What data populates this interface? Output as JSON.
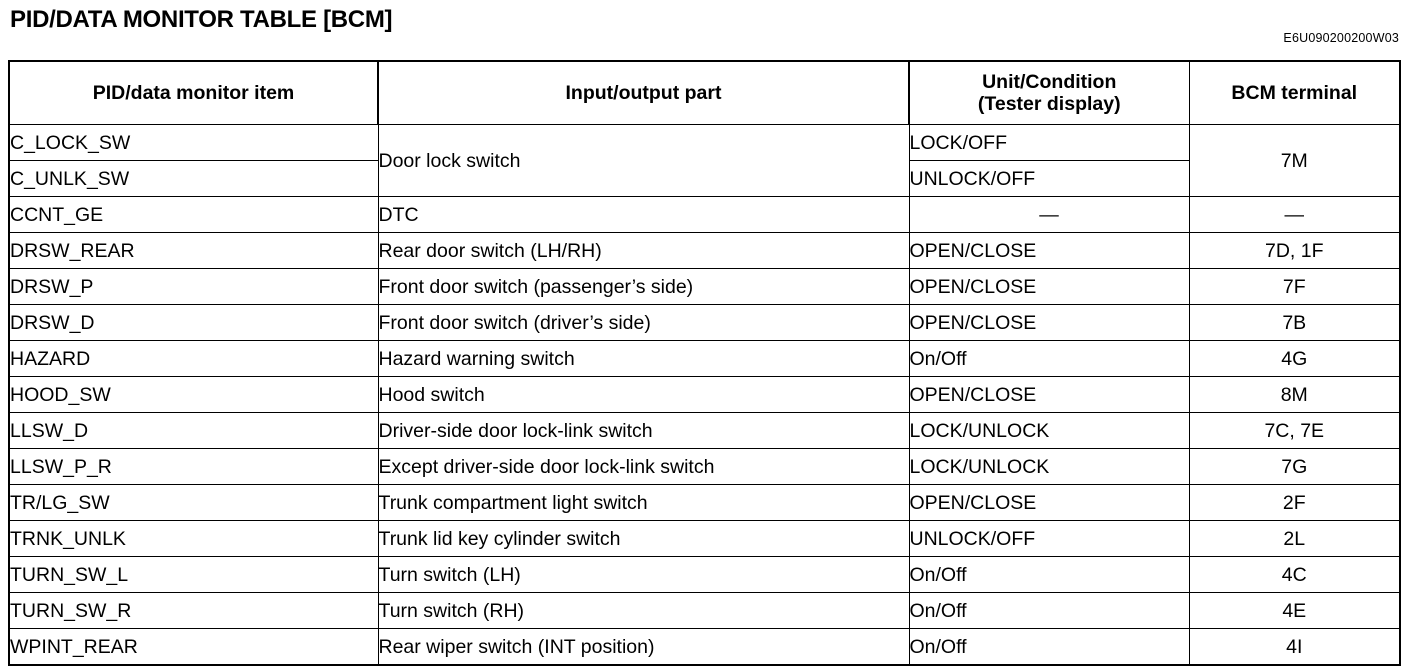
{
  "document": {
    "title": "PID/DATA MONITOR TABLE [BCM]",
    "code": "E6U090200200W03"
  },
  "table": {
    "headers": {
      "col1": "PID/data monitor item",
      "col2": "Input/output part",
      "col3_line1": "Unit/Condition",
      "col3_line2": "(Tester display)",
      "col4": "BCM terminal"
    },
    "rows": [
      {
        "pid": "C_LOCK_SW",
        "part": "Door lock switch",
        "part_rowspan": 2,
        "unit": "LOCK/OFF",
        "terminal": "7M",
        "terminal_rowspan": 2
      },
      {
        "pid": "C_UNLK_SW",
        "unit": "UNLOCK/OFF"
      },
      {
        "pid": "CCNT_GE",
        "part": "DTC",
        "unit": "—",
        "terminal": "—"
      },
      {
        "pid": "DRSW_REAR",
        "part": "Rear door switch (LH/RH)",
        "unit": "OPEN/CLOSE",
        "terminal": "7D, 1F"
      },
      {
        "pid": "DRSW_P",
        "part": "Front door switch (passenger’s side)",
        "unit": "OPEN/CLOSE",
        "terminal": "7F"
      },
      {
        "pid": "DRSW_D",
        "part": "Front door switch (driver’s side)",
        "unit": "OPEN/CLOSE",
        "terminal": "7B"
      },
      {
        "pid": "HAZARD",
        "part": "Hazard warning switch",
        "unit": "On/Off",
        "terminal": "4G"
      },
      {
        "pid": "HOOD_SW",
        "part": "Hood switch",
        "unit": "OPEN/CLOSE",
        "terminal": "8M"
      },
      {
        "pid": "LLSW_D",
        "part": "Driver-side door lock-link switch",
        "unit": "LOCK/UNLOCK",
        "terminal": "7C, 7E"
      },
      {
        "pid": "LLSW_P_R",
        "part": "Except driver-side door lock-link switch",
        "unit": "LOCK/UNLOCK",
        "terminal": "7G"
      },
      {
        "pid": "TR/LG_SW",
        "part": "Trunk compartment light switch",
        "unit": "OPEN/CLOSE",
        "terminal": "2F"
      },
      {
        "pid": "TRNK_UNLK",
        "part": "Trunk lid key cylinder switch",
        "unit": "UNLOCK/OFF",
        "terminal": "2L"
      },
      {
        "pid": "TURN_SW_L",
        "part": "Turn switch (LH)",
        "unit": "On/Off",
        "terminal": "4C"
      },
      {
        "pid": "TURN_SW_R",
        "part": "Turn switch (RH)",
        "unit": "On/Off",
        "terminal": "4E"
      },
      {
        "pid": "WPINT_REAR",
        "part": "Rear wiper switch (INT position)",
        "unit": "On/Off",
        "terminal": "4I"
      }
    ]
  }
}
